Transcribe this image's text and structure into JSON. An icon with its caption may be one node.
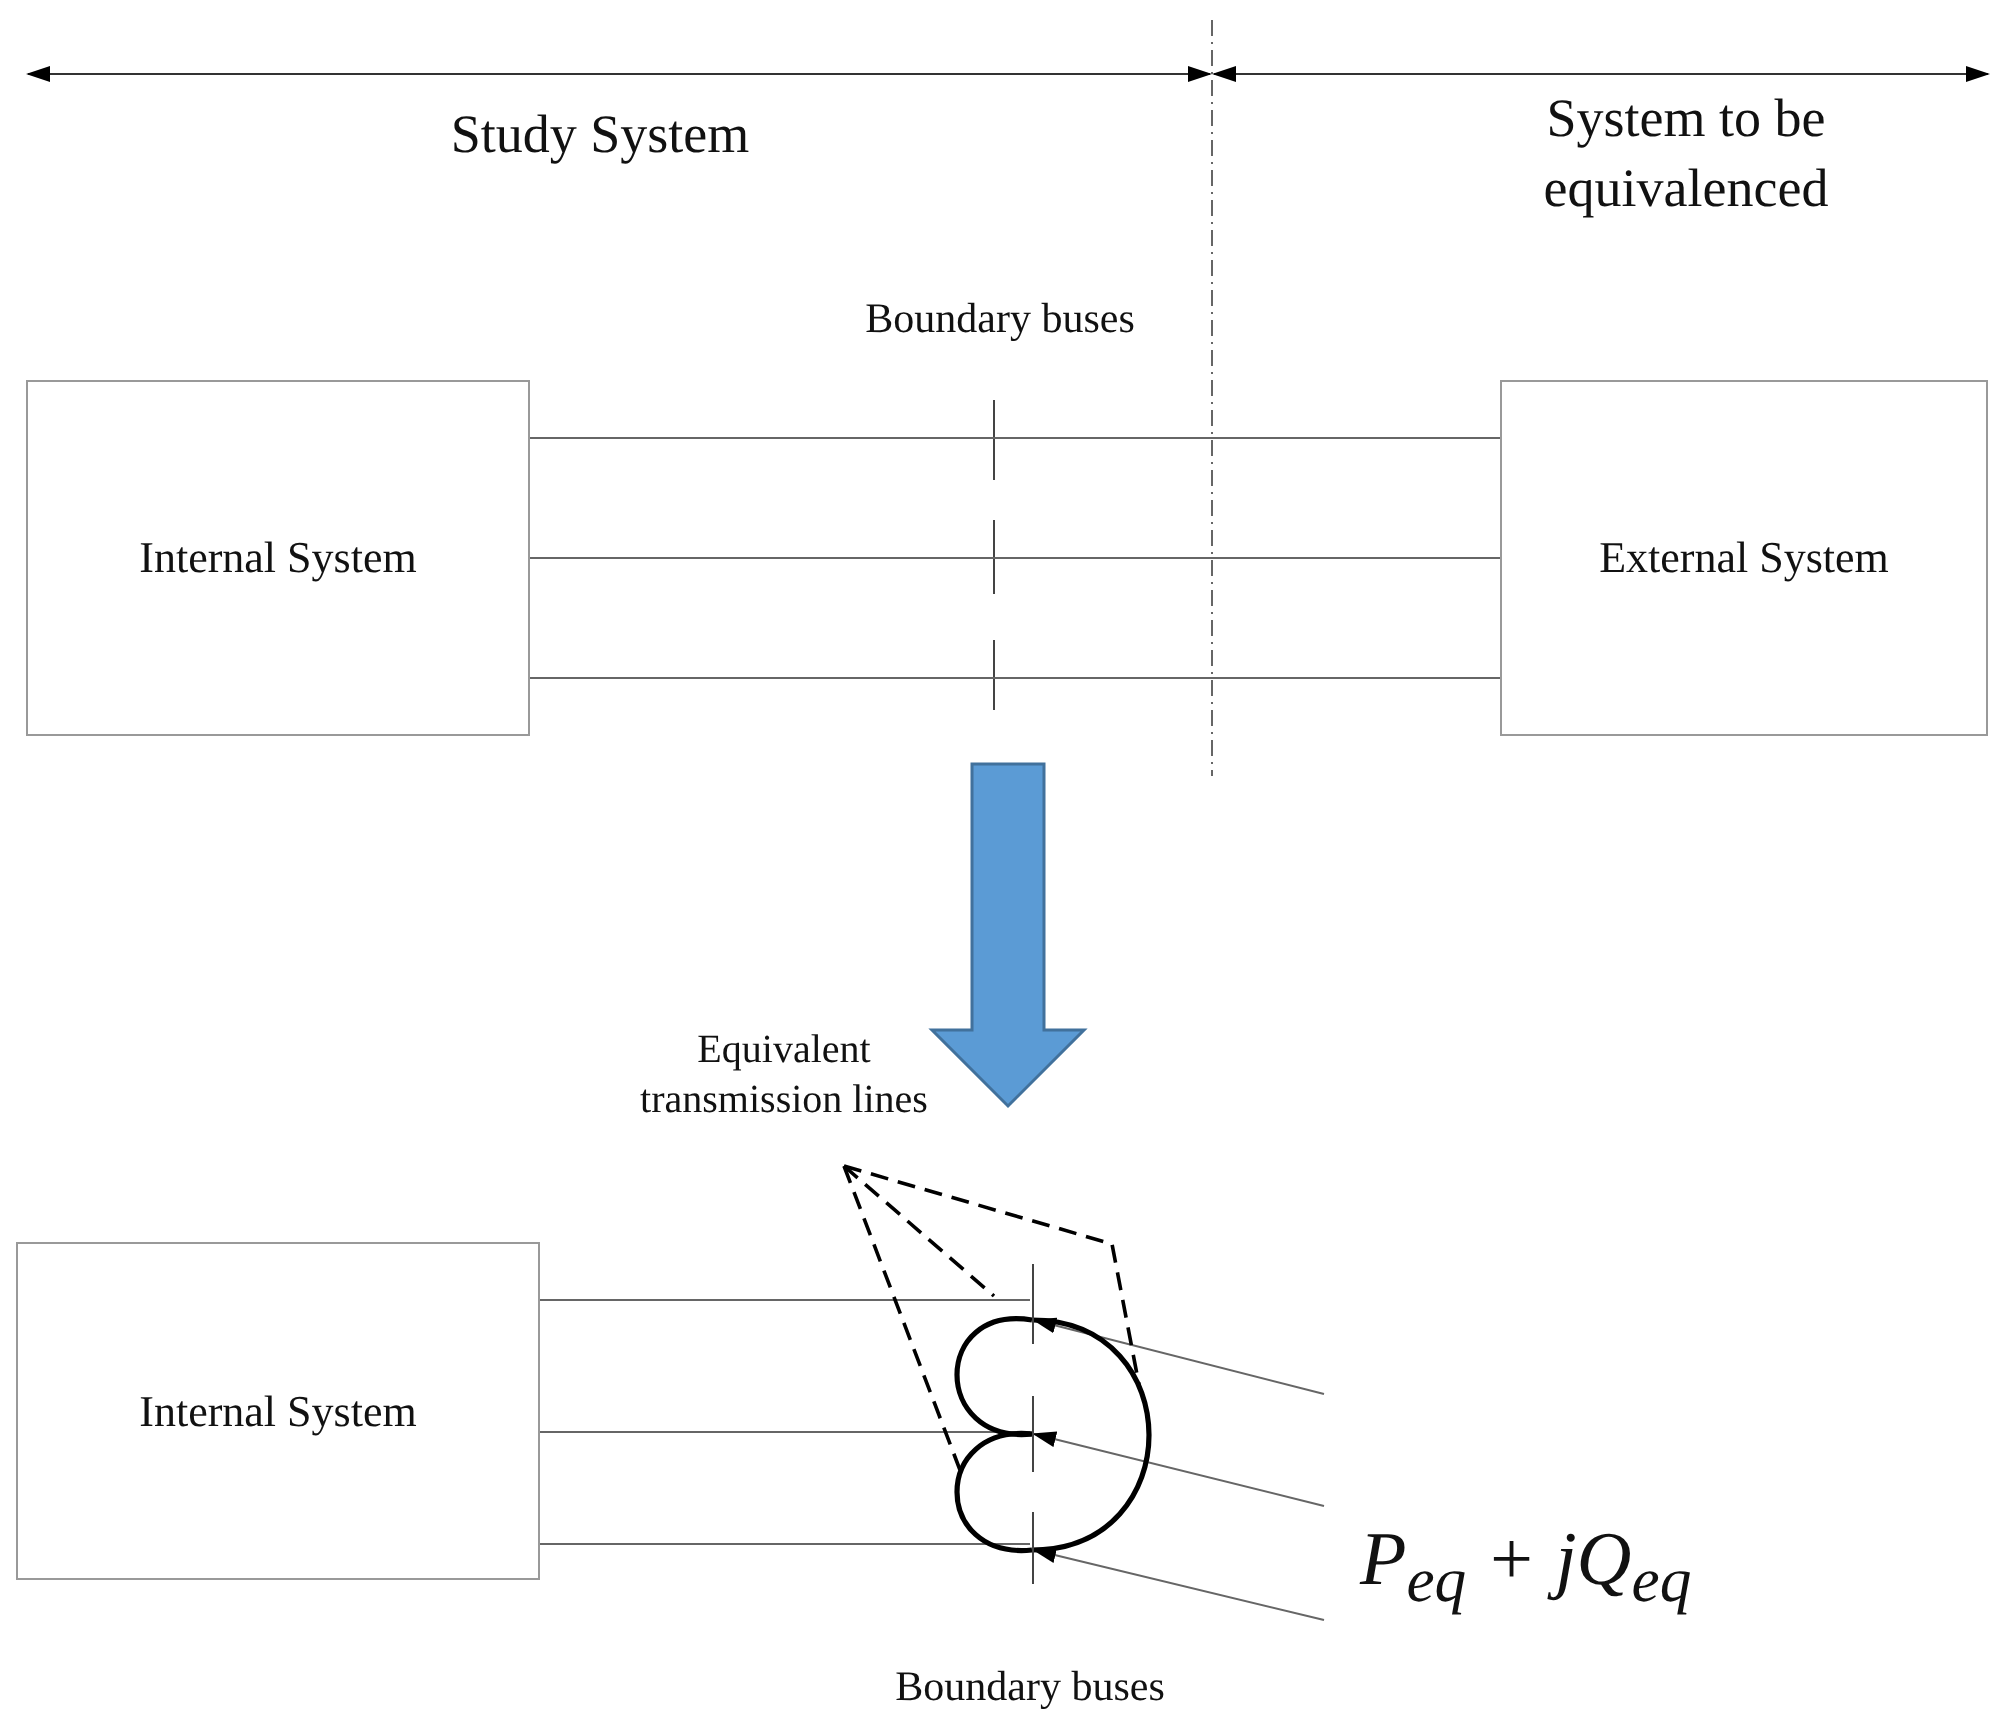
{
  "diagram": {
    "nodes": [
      {
        "text": [
          "Internal System"
        ]
      },
      {
        "text": [
          "External System"
        ]
      },
      {
        "text": [
          "Equivalent transmission lines"
        ]
      },
      {
        "text": [
          "Internal System"
        ]
      },
      {
        "text": [],
        "shape": "bar"
      },
      {
        "text": [],
        "shape": "bar"
      },
      {
        "text": [],
        "shape": "bar"
      }
    ],
    "edges": [
      {
        "from": 0,
        "to": 1,
        "arrow": "none"
      },
      {
        "from": 0,
        "to": 1,
        "arrow": "none"
      },
      {
        "from": 0,
        "to": 1,
        "arrow": "none"
      },
      {
        "from": 3,
        "to": 4,
        "arrow": "none"
      },
      {
        "from": 3,
        "to": 5,
        "arrow": "none"
      },
      {
        "from": 3,
        "to": 6,
        "arrow": "none"
      },
      {
        "from": null,
        "to": 4,
        "arrow": "to"
      },
      {
        "from": null,
        "to": 5,
        "arrow": "to"
      },
      {
        "from": null,
        "to": 6,
        "arrow": "to"
      },
      {
        "from": 4,
        "to": 5,
        "arrow": "none",
        "style": "thick",
        "color": "#000000"
      },
      {
        "from": 5,
        "to": 6,
        "arrow": "none",
        "style": "thick",
        "color": "#000000"
      },
      {
        "from": 4,
        "to": 6,
        "arrow": "none",
        "style": "thick",
        "color": "#000000"
      },
      {
        "from": 2,
        "to": null,
        "arrow": "none",
        "style": "dashed",
        "color": "#000000"
      },
      {
        "from": 2,
        "to": null,
        "arrow": "none",
        "style": "dashed",
        "color": "#000000"
      },
      {
        "from": 2,
        "to": null,
        "arrow": "none",
        "style": "dashed",
        "color": "#000000"
      }
    ],
    "labels": [
      "Study System",
      "System to be equivalenced",
      "Boundary buses",
      "P$_{eq}$ + jQ$_{eq}$",
      "Boundary buses"
    ]
  }
}
